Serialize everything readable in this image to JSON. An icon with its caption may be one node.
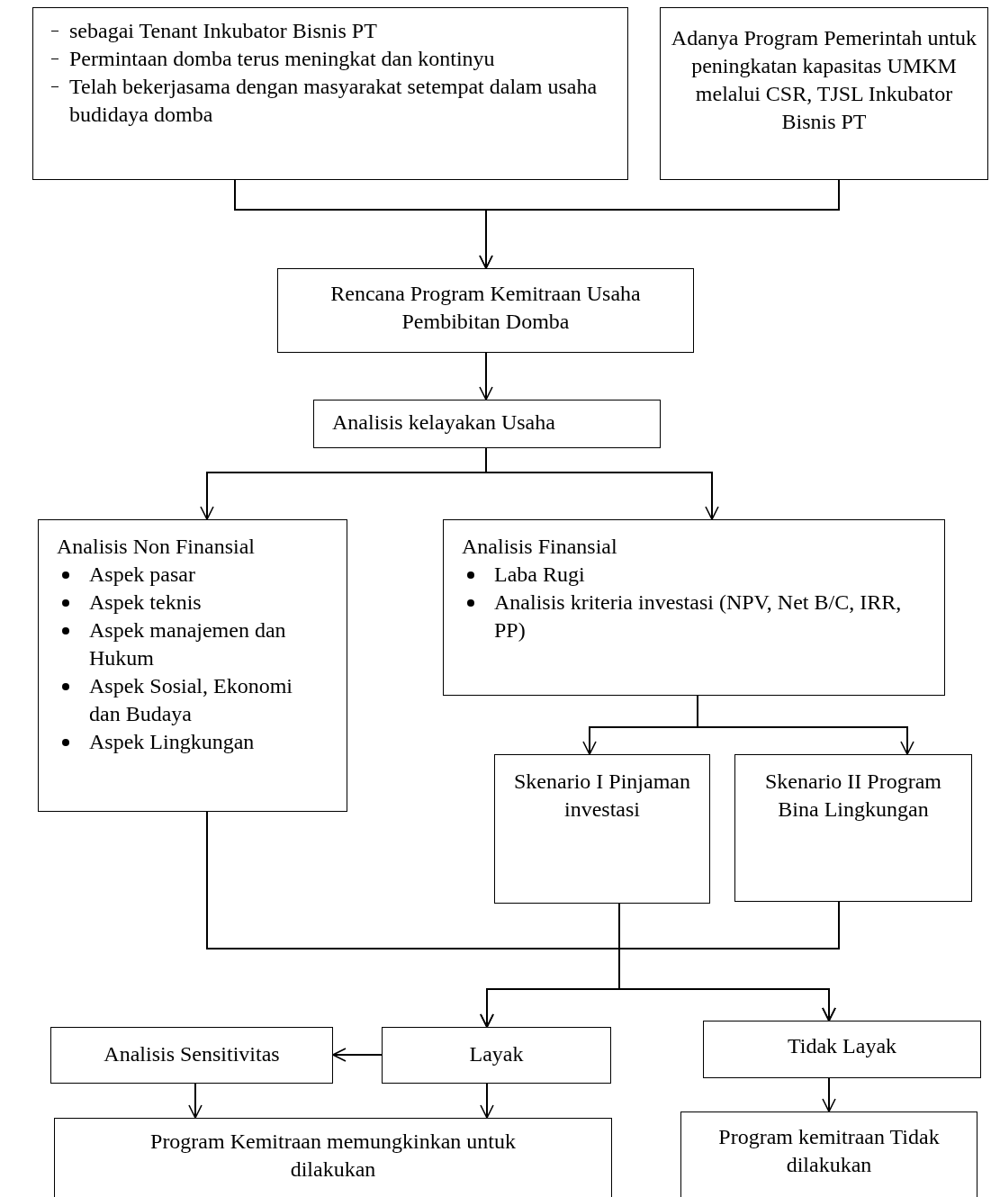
{
  "diagram": {
    "nodes": [
      {
        "text": [
          "sebagai Tenant Inkubator Bisnis PT",
          "Permintaan domba terus meningkat dan kontinyu",
          "Telah bekerjasama dengan masyarakat setempat dalam usaha budidaya domba"
        ]
      },
      {
        "text": [
          "Adanya Program Pemerintah untuk peningkatan kapasitas UMKM melalui CSR, TJSL Inkubator Bisnis PT"
        ]
      },
      {
        "text": [
          "Rencana Program Kemitraan Usaha Pembibitan Domba"
        ]
      },
      {
        "text": [
          "Analisis kelayakan Usaha"
        ]
      },
      {
        "text": [
          "Analisis Non Finansial",
          "Aspek pasar",
          "Aspek teknis",
          "Aspek manajemen dan Hukum",
          "Aspek Sosial, Ekonomi dan Budaya",
          "Aspek Lingkungan"
        ]
      },
      {
        "text": [
          "Analisis Finansial",
          "Laba Rugi",
          "Analisis kriteria investasi (NPV, Net B/C, IRR, PP)"
        ]
      },
      {
        "text": [
          "Skenario I Pinjaman investasi"
        ]
      },
      {
        "text": [
          "Skenario II Program Bina Lingkungan"
        ]
      },
      {
        "text": [
          "Analisis Sensitivitas"
        ]
      },
      {
        "text": [
          "Layak"
        ]
      },
      {
        "text": [
          "Tidak Layak"
        ]
      },
      {
        "text": [
          "Program Kemitraan memungkinkan untuk dilakukan"
        ]
      },
      {
        "text": [
          "Program kemitraan Tidak dilakukan"
        ]
      }
    ],
    "edges": [
      {
        "from": 0,
        "to": 2,
        "arrow": "to"
      },
      {
        "from": 1,
        "to": 2,
        "arrow": "to"
      },
      {
        "from": 2,
        "to": 3,
        "arrow": "to"
      },
      {
        "from": 3,
        "to": 4,
        "arrow": "to"
      },
      {
        "from": 3,
        "to": 5,
        "arrow": "to"
      },
      {
        "from": 5,
        "to": 6,
        "arrow": "to"
      },
      {
        "from": 5,
        "to": 7,
        "arrow": "to"
      },
      {
        "from": 4,
        "to": 9,
        "arrow": "to"
      },
      {
        "from": 4,
        "to": 10,
        "arrow": "to"
      },
      {
        "from": 6,
        "to": 9,
        "arrow": "to"
      },
      {
        "from": 6,
        "to": 10,
        "arrow": "to"
      },
      {
        "from": 7,
        "to": 9,
        "arrow": "to"
      },
      {
        "from": 7,
        "to": 10,
        "arrow": "to"
      },
      {
        "from": 9,
        "to": 8,
        "arrow": "to"
      },
      {
        "from": 8,
        "to": 11,
        "arrow": "to"
      },
      {
        "from": 9,
        "to": 11,
        "arrow": "to"
      },
      {
        "from": 10,
        "to": 12,
        "arrow": "to"
      }
    ]
  }
}
